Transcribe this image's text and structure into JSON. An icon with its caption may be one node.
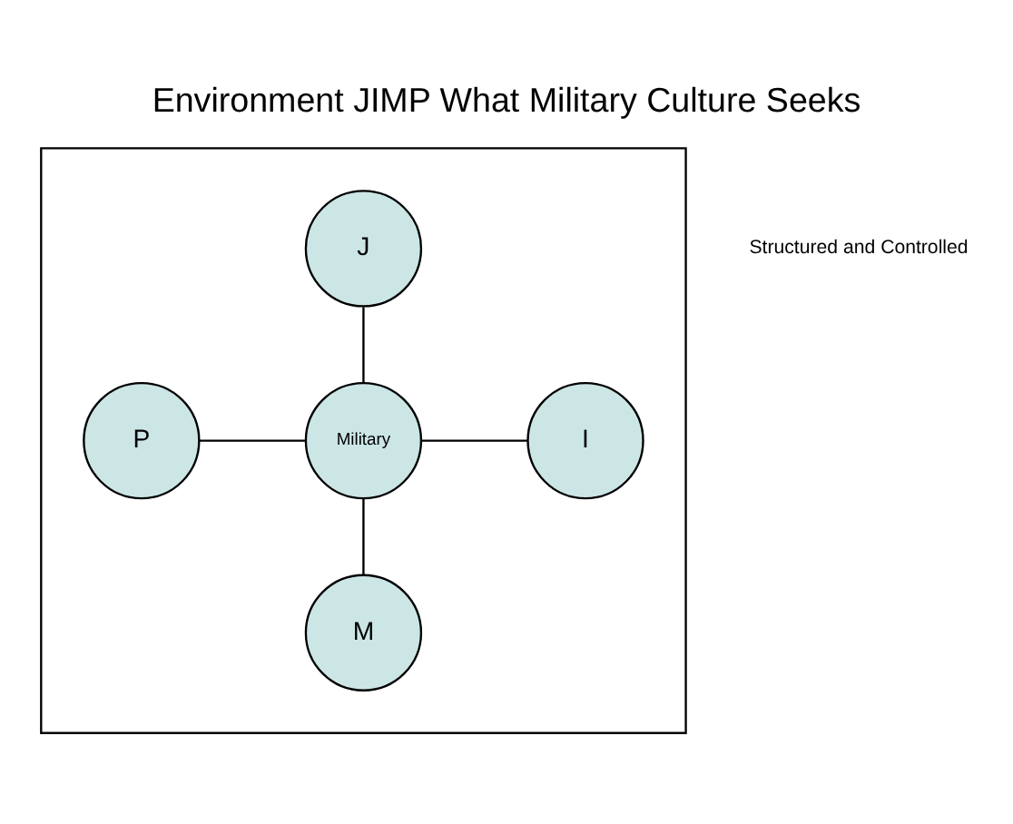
{
  "diagram": {
    "title": "Environment JIMP What Military Culture Seeks",
    "nodes": [
      {
        "text": [],
        "shape": "box"
      },
      {
        "text": [
          "J"
        ],
        "in": 0
      },
      {
        "text": [
          "P"
        ],
        "in": 0
      },
      {
        "text": [
          "Military"
        ],
        "in": 0
      },
      {
        "text": [
          "I"
        ],
        "in": 0
      },
      {
        "text": [
          "M"
        ],
        "in": 0
      }
    ],
    "edges": [
      {
        "from": 3,
        "to": 1,
        "arrow": "none"
      },
      {
        "from": 3,
        "to": 2,
        "arrow": "none"
      },
      {
        "from": 3,
        "to": 4,
        "arrow": "none"
      },
      {
        "from": 3,
        "to": 5,
        "arrow": "none"
      }
    ],
    "labels": [
      "Structured and Controlled"
    ]
  }
}
